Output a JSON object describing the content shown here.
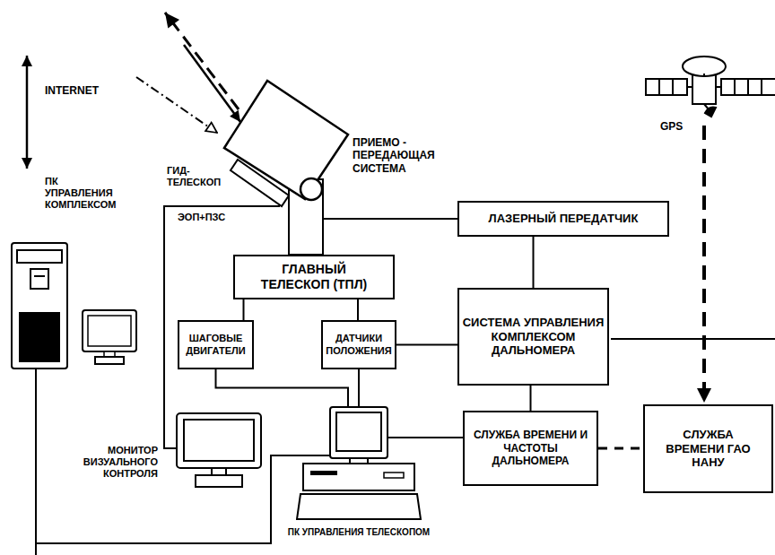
{
  "diagram": {
    "nodes": [
      {
        "text": [
          "ЛАЗЕРНЫЙ ПЕРЕДАТЧИК"
        ]
      },
      {
        "text": [
          "ГЛАВНЫЙ ТЕЛЕСКОП (ТПЛ)"
        ]
      },
      {
        "text": [
          "ШАГОВЫЕ ДВИГАТЕЛИ"
        ]
      },
      {
        "text": [
          "ДАТЧИКИ ПОЛОЖЕНИЯ"
        ]
      },
      {
        "text": [
          "СИСТЕМА УПРАВЛЕНИЯ КОМПЛЕКСОМ ДАЛЬНОМЕРА"
        ]
      },
      {
        "text": [
          "ПК УПРАВЛЕНИЯ КОМПЛЕКСОМ"
        ]
      },
      {
        "text": [
          "МОНИТОР ВИЗУАЛЬНОГО КОНТРОЛЯ"
        ]
      },
      {
        "text": [
          "ПК УПРАВЛЕНИЯ ТЕЛЕСКОПОМ"
        ]
      },
      {
        "text": [
          "СЛУЖБА ВРЕМЕНИ И ЧАСТОТЫ ДАЛЬНОМЕРА"
        ]
      },
      {
        "text": [
          "СЛУЖБА ВРЕМЕНИ ГАО НАНУ"
        ]
      }
    ],
    "edges": [
      {
        "from": 1,
        "to": 2,
        "arrow": "none"
      },
      {
        "from": 1,
        "to": 3,
        "arrow": "none"
      },
      {
        "from": 3,
        "to": 4,
        "arrow": "none"
      },
      {
        "from": 0,
        "to": 4,
        "arrow": "none"
      },
      {
        "from": 4,
        "to": 8,
        "arrow": "none"
      },
      {
        "from": 2,
        "to": 7,
        "arrow": "none"
      },
      {
        "from": 3,
        "to": 7,
        "arrow": "none"
      },
      {
        "from": 8,
        "to": 7,
        "arrow": "none"
      },
      {
        "from": 5,
        "to": 7,
        "arrow": "none"
      },
      {
        "from": 8,
        "to": 9,
        "arrow": "none"
      }
    ],
    "labels": [
      "INTERNET",
      "ГИД- ТЕЛЕСКОП",
      "ЭОП+ПЗС",
      "ПРИЕМО - ПЕРЕДАЮЩАЯ СИСТЕМА",
      "GPS"
    ]
  }
}
